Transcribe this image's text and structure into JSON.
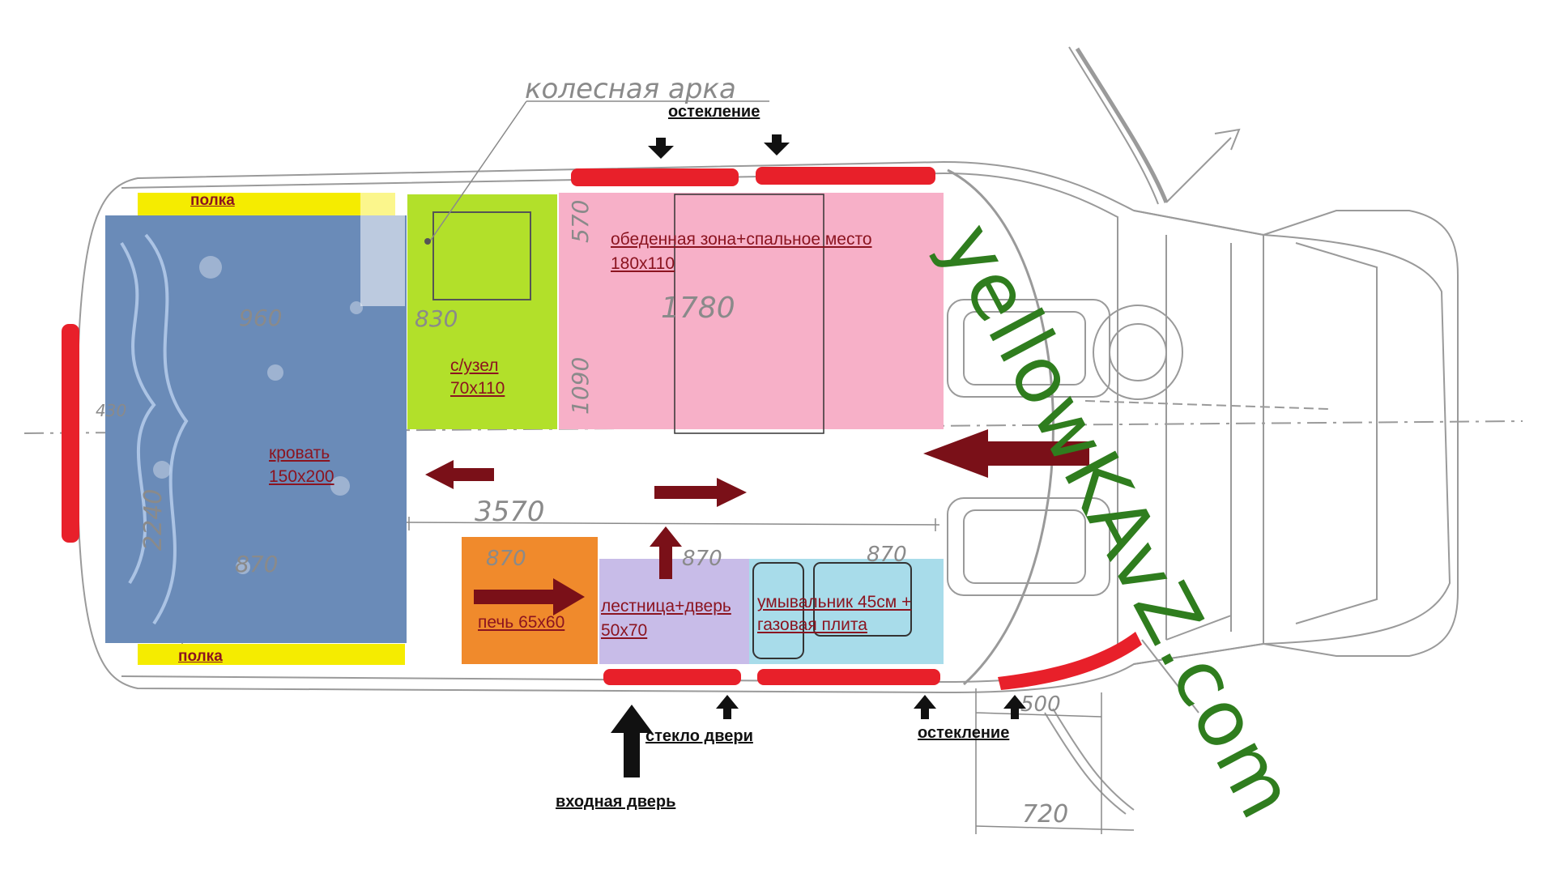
{
  "labels": {
    "wheel_arch": "колесная арка",
    "glazing_top": "остекление",
    "shelf_top": "полка",
    "shelf_bottom": "полка",
    "dining": "обеденная зона+спальное место",
    "dining_size": "180х110",
    "wc": "с/узел",
    "wc_size": "70х110",
    "bed": "кровать",
    "bed_size": "150х200",
    "stove": "печь 65х60",
    "stairs": "лестница+дверь",
    "stairs_size": "50х70",
    "sink": "умывальник 45см +",
    "gas": "газовая плита",
    "door_glass": "стекло двери",
    "entry_door": "входная дверь",
    "glazing_bottom": "остекление"
  },
  "dimensions": {
    "d960": "960",
    "d830": "830",
    "d570": "570",
    "d1780": "1780",
    "d1090": "1090",
    "d3570": "3570",
    "d2240": "2240",
    "d870a": "870",
    "d870b": "870",
    "d870c": "870",
    "d870d": "870",
    "d430": "430",
    "d500": "500",
    "d720": "720"
  },
  "watermark": "yellowKAvZ.com",
  "colors": {
    "bed": "#6a8bb8",
    "shelf": "#f5ec00",
    "wc": "#b2e02a",
    "dining": "#f7b0c8",
    "stove": "#f08a2c",
    "stairs": "#c8bce8",
    "sink": "#a8dcea",
    "window": "#e8202a",
    "arrow": "#7a1018",
    "watermark": "#2f7d1e"
  }
}
